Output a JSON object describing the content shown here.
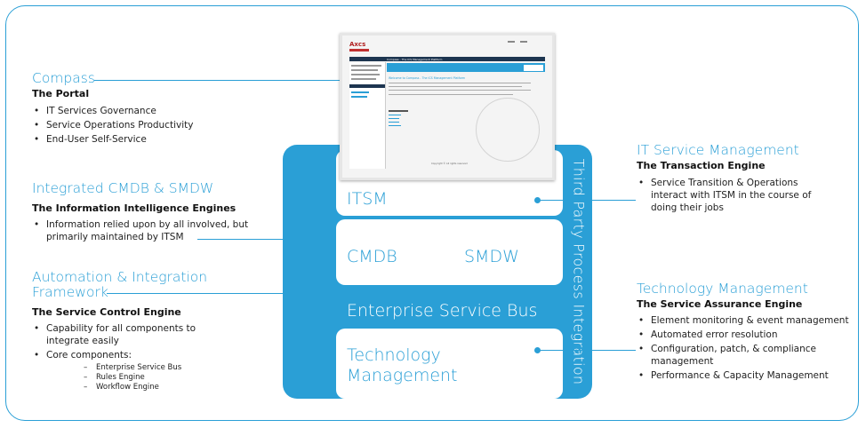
{
  "left": {
    "compass": {
      "heading": "Compass",
      "subheading": "The Portal",
      "bullets": [
        "IT Services Governance",
        "Service Operations Productivity",
        "End-User Self-Service"
      ]
    },
    "cmdb_smdw": {
      "heading": "Integrated CMDB & SMDW",
      "subheading": "The Information Intelligence Engines",
      "bullets": [
        "Information relied upon by all involved, but primarily maintained by ITSM"
      ]
    },
    "automation": {
      "heading_line1": "Automation & Integration",
      "heading_line2": "Framework",
      "subheading": "The Service Control Engine",
      "bullets": [
        "Capability for all components to integrate easily",
        "Core components:"
      ],
      "core_components": [
        "Enterprise Service Bus",
        "Rules Engine",
        "Workflow Engine"
      ]
    }
  },
  "right": {
    "itsm": {
      "heading": "IT Service Management",
      "subheading": "The Transaction Engine",
      "bullets": [
        "Service Transition & Operations interact with ITSM in the course of doing their jobs"
      ]
    },
    "tech": {
      "heading": "Technology Management",
      "subheading": "The Service Assurance Engine",
      "bullets": [
        "Element monitoring & event management",
        "Automated error resolution",
        "Configuration, patch, & compliance management",
        "Performance & Capacity Management"
      ]
    }
  },
  "center": {
    "itsm_label": "ITSM",
    "cmdb_label": "CMDB",
    "smdw_label": "SMDW",
    "esb_label": "Enterprise Service Bus",
    "tech_label_line1": "Technology",
    "tech_label_line2": "Management",
    "vertical_label": "Third Party Process Integration"
  },
  "screenshot": {
    "logo": "Axcs",
    "header_bar": "Compass - The ICS Management Platform",
    "welcome": "Welcome to Compass - The ICS Management Platform",
    "footer": "Copyright © All rights reserved"
  },
  "colors": {
    "accent": "#2a9fd6"
  }
}
